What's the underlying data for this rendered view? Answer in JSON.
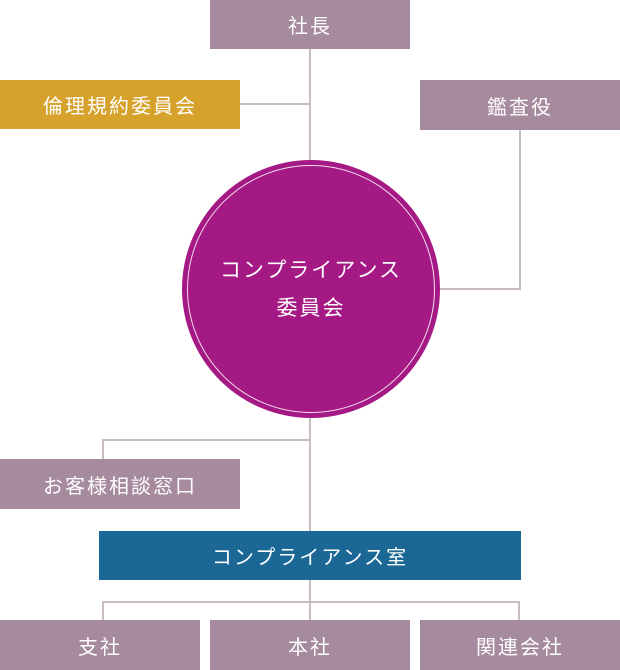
{
  "nodes": {
    "president": "社長",
    "ethics_committee": "倫理規約委員会",
    "auditor": "鑑査役",
    "compliance_committee_line1": "コンプライアンス",
    "compliance_committee_line2": "委員会",
    "customer_desk": "お客様相談窓口",
    "compliance_office": "コンプライアンス室",
    "branch": "支社",
    "head_office": "本社",
    "affiliates": "関連会社"
  },
  "colors": {
    "box_mauve": "#a68a9d",
    "box_gold": "#d6a22b",
    "box_blue": "#1b6796",
    "circle": "#a51985",
    "connector": "#c8bcc4"
  }
}
